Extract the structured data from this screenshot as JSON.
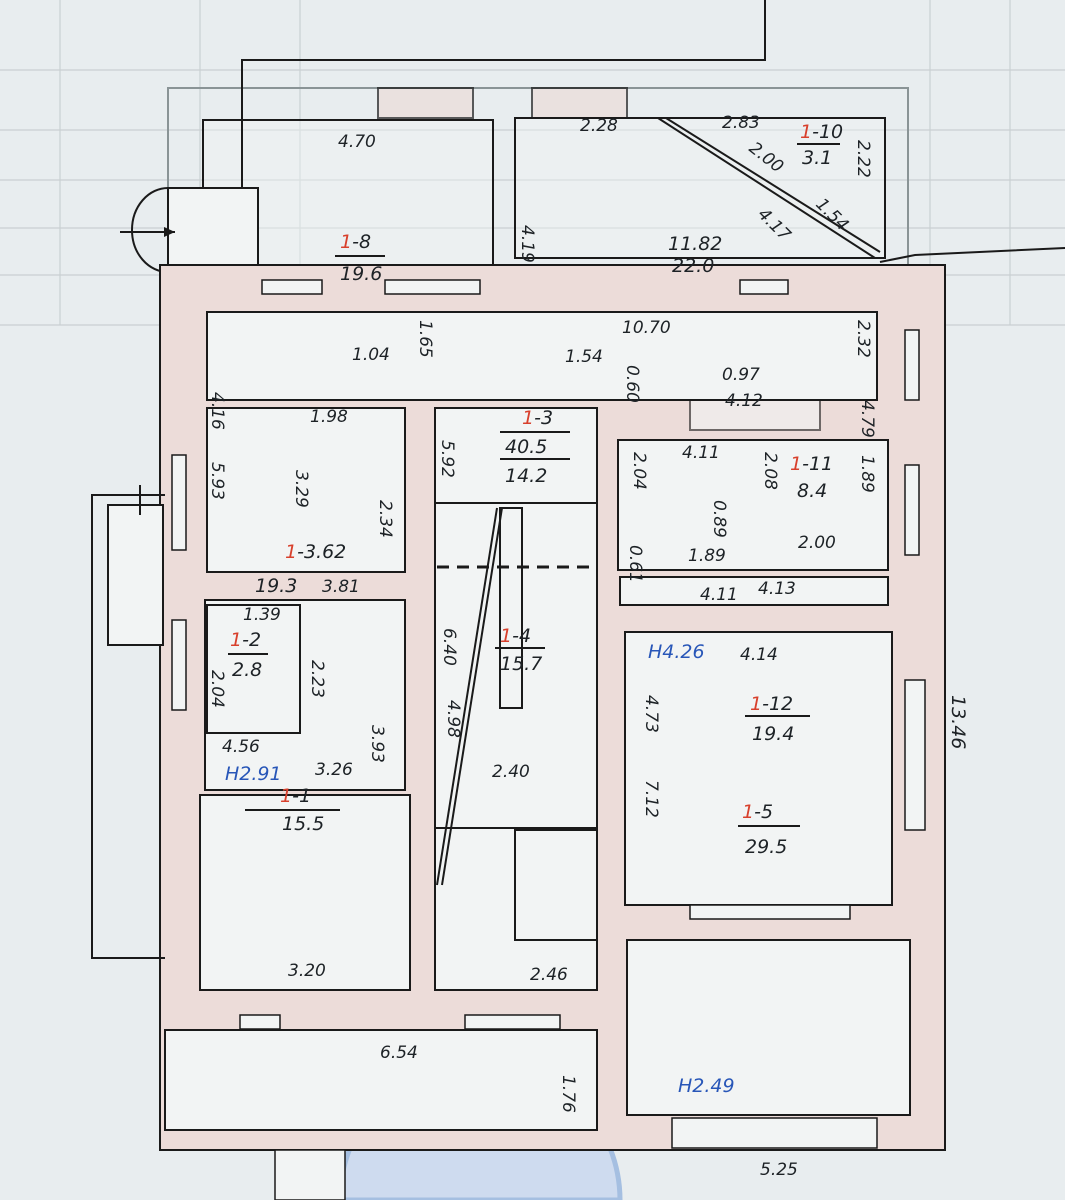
{
  "colors": {
    "paper": "#e8edef",
    "wall": "#ecdcd9",
    "ink": "#1a1a1a",
    "floor_mark": "#d8402c",
    "height_mark": "#2856b8",
    "stamp": "#6f9ad6"
  },
  "rooms": [
    {
      "floor": "1",
      "num": "-8",
      "area": "19.6"
    },
    {
      "floor": "",
      "num": "11.82",
      "area": "22.0"
    },
    {
      "floor": "1",
      "num": "-10",
      "area": "3.1"
    },
    {
      "floor": "1",
      "num": "-3",
      "area": "40.5",
      "area2": "14.2"
    },
    {
      "floor": "1",
      "num": "-11",
      "area": "8.4"
    },
    {
      "floor": "1",
      "num": "-3.62",
      "area": "19.3"
    },
    {
      "floor": "1",
      "num": "-2",
      "area": "2.8"
    },
    {
      "floor": "1",
      "num": "-4",
      "area": "15.7"
    },
    {
      "floor": "1",
      "num": "-12",
      "area": "19.4"
    },
    {
      "floor": "1",
      "num": "-1",
      "area": "15.5"
    },
    {
      "floor": "1",
      "num": "-5",
      "area": "29.5"
    }
  ],
  "heights": [
    "H4.26",
    "H2.91",
    "H2.49"
  ],
  "dims": [
    "4.70",
    "2.28",
    "2.83",
    "2.00",
    "1.54",
    "4.17",
    "2.22",
    "4.19",
    "10.70",
    "1.54",
    "0.60",
    "1.04",
    "1.65",
    "0.97",
    "4.12",
    "2.32",
    "4.16",
    "5.93",
    "3.29",
    "2.34",
    "1.98",
    "5.92",
    "4.11",
    "2.04",
    "2.08",
    "0.89",
    "1.89",
    "2.00",
    "0.61",
    "4.79",
    "3.81",
    "4.13",
    "4.11",
    "1.39",
    "2.04",
    "2.23",
    "6.40",
    "4.14",
    "13.46",
    "4.98",
    "3.93",
    "4.56",
    "3.26",
    "2.40",
    "4.73",
    "7.12",
    "3.20",
    "2.46",
    "6.54",
    "1.76",
    "5.25",
    "1.89"
  ]
}
